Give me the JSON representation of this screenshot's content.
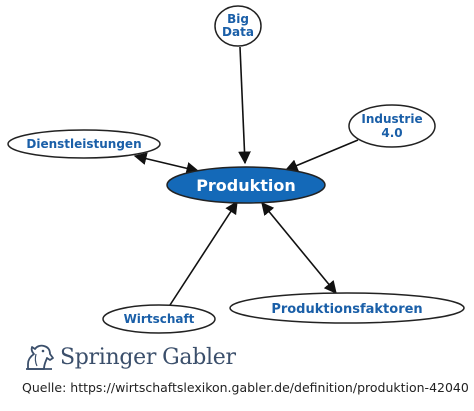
{
  "diagram": {
    "center": "Produktion",
    "nodes": {
      "big_data": [
        "Big",
        "Data"
      ],
      "industrie": [
        "Industrie",
        "4.0"
      ],
      "dienstleistungen": "Dienstleistungen",
      "wirtschaft": "Wirtschaft",
      "produktionsfaktoren": "Produktionsfaktoren"
    }
  },
  "logo": {
    "part1": "Springer",
    "part2": "Gabler"
  },
  "source": "Quelle: https://wirtschaftslexikon.gabler.de/definition/produktion-42040",
  "colors": {
    "center_fill": "#1469b8",
    "label": "#1a5fa8",
    "logo": "#3b4f6b"
  }
}
